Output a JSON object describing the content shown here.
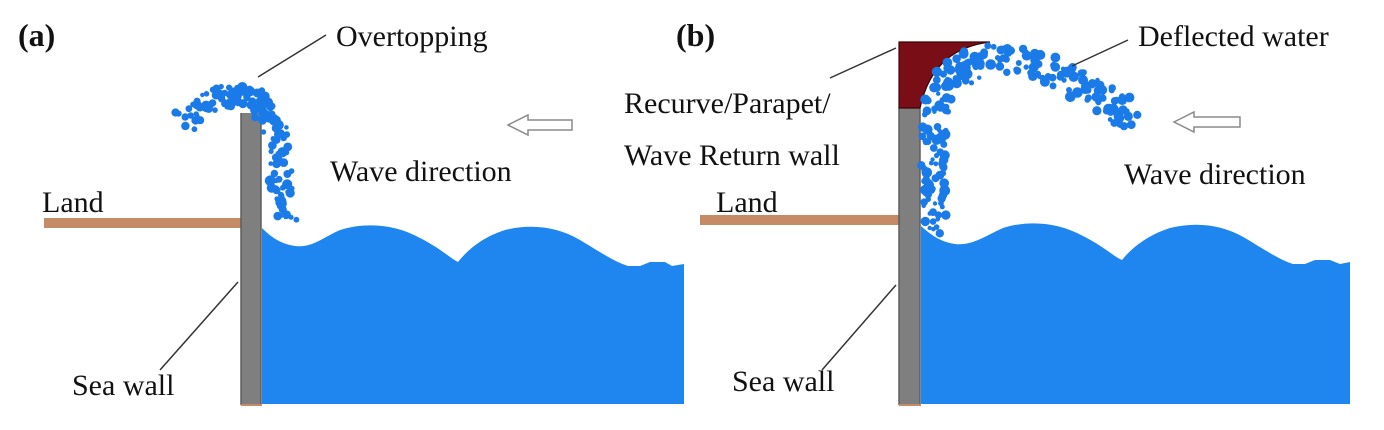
{
  "panels": [
    {
      "id": "a",
      "panel_label": "(a)",
      "labels": {
        "overtopping": "Overtopping",
        "wave_direction": "Wave direction",
        "land": "Land",
        "sea_wall": "Sea wall"
      }
    },
    {
      "id": "b",
      "panel_label": "(b)",
      "labels": {
        "deflected_water": "Deflected water",
        "recurve_line1": "Recurve/Parapet/",
        "recurve_line2": "Wave Return wall",
        "wave_direction": "Wave direction",
        "land": "Land",
        "sea_wall": "Sea wall"
      }
    }
  ],
  "colors": {
    "water": "#1f86f0",
    "spray": "#1a7be8",
    "sea_wall": "#7f7f7f",
    "land": "#c58a66",
    "parapet": "#7a0e16",
    "leader_line": "#333333",
    "arrow_outline": "#8a8a8a"
  }
}
